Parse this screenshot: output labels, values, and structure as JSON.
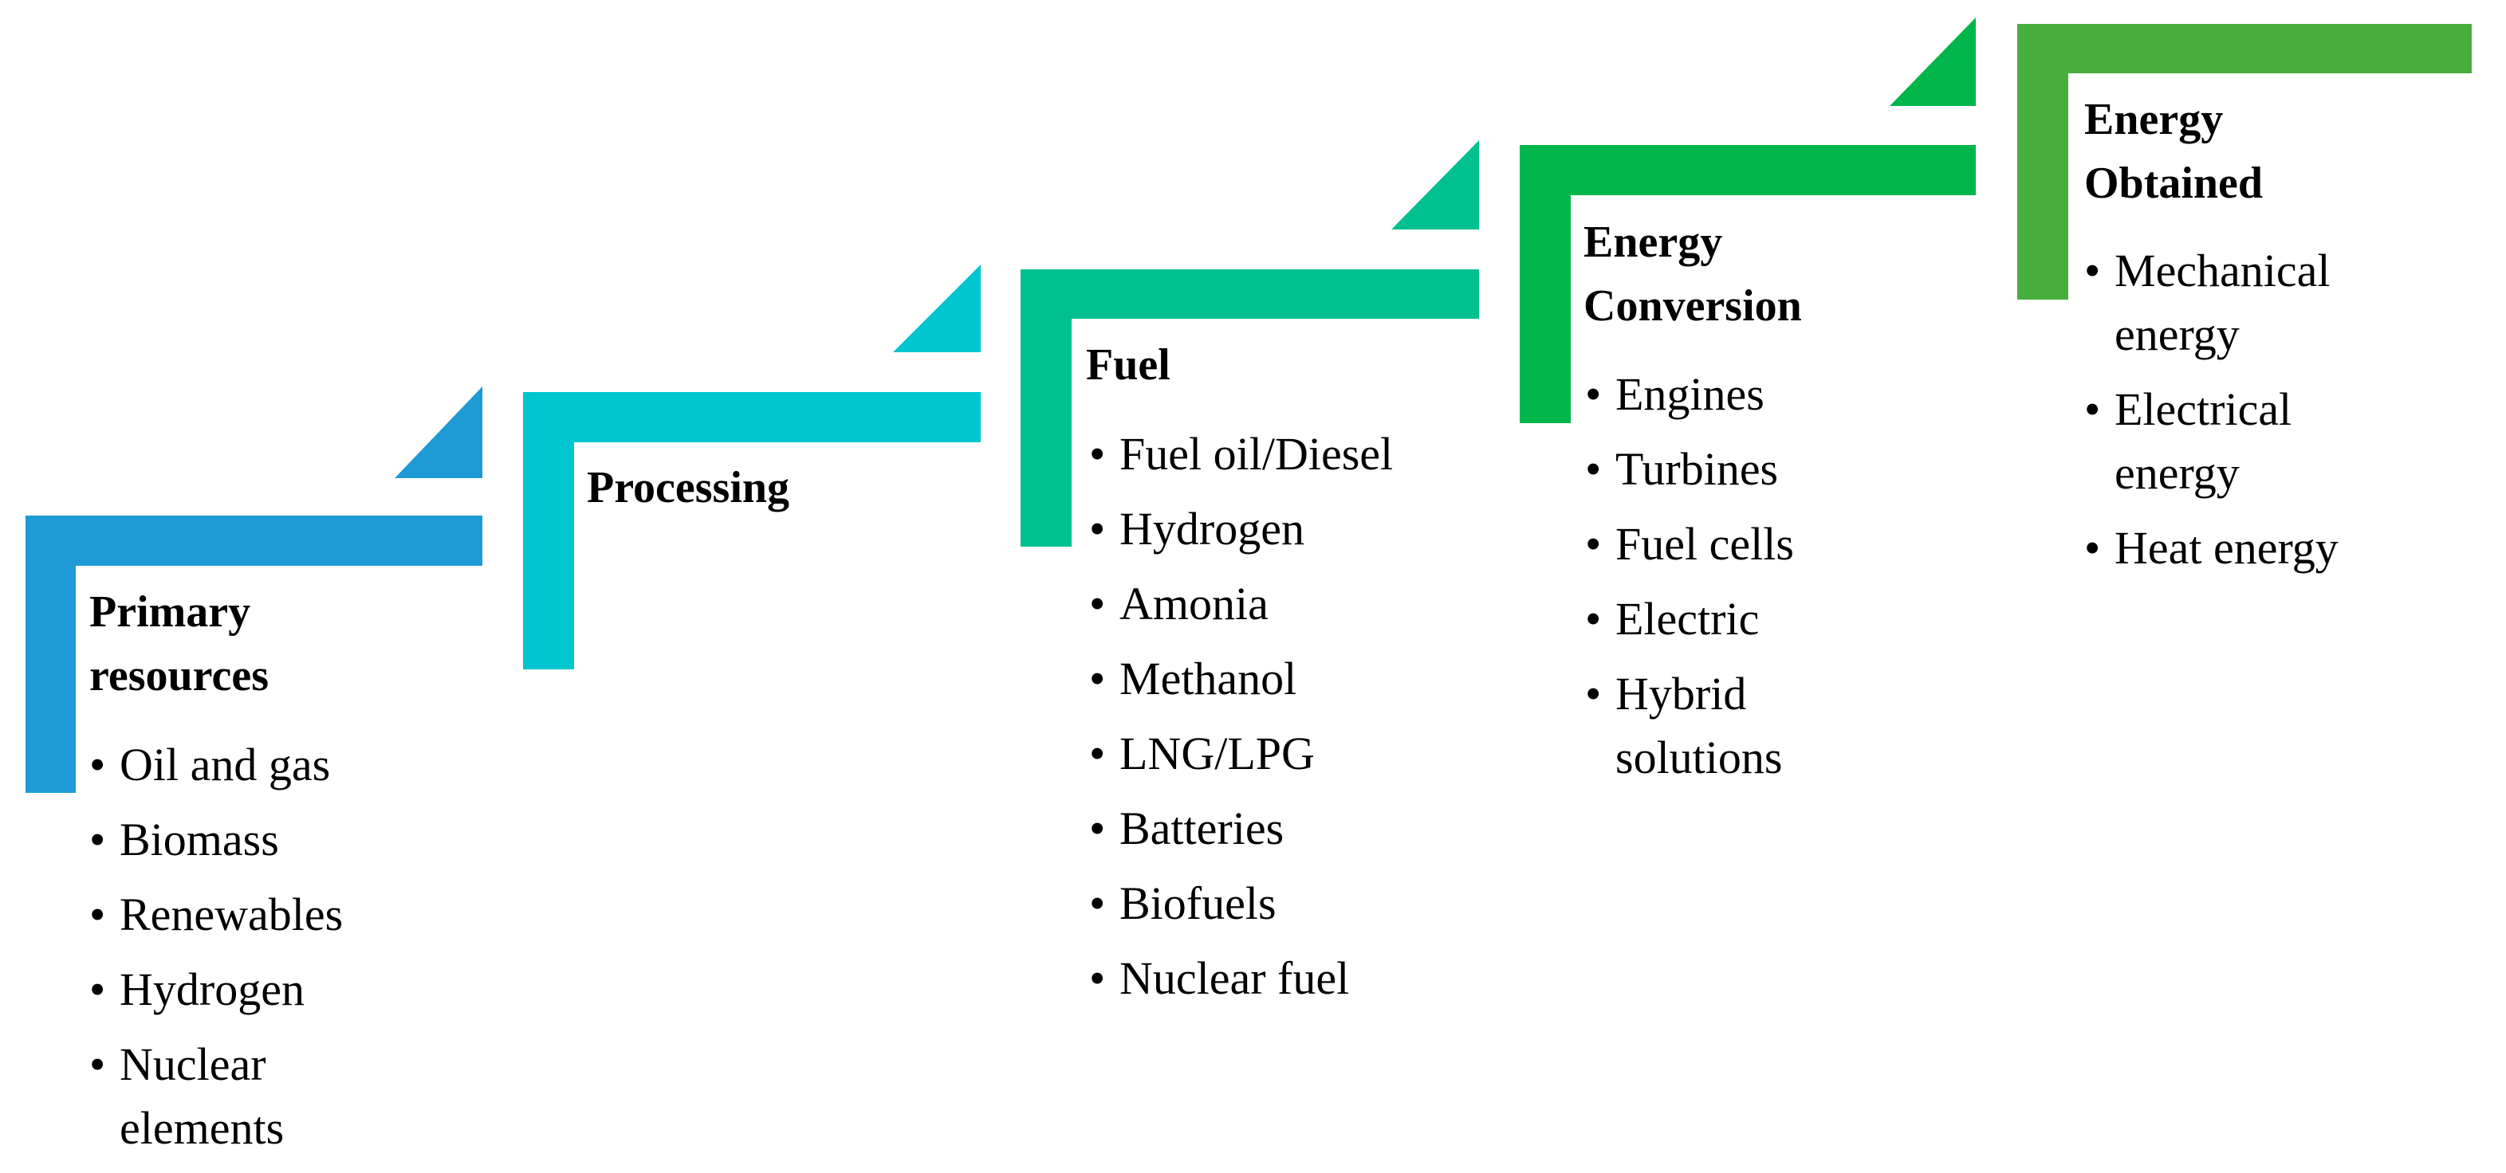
{
  "steps": [
    {
      "id": "primary-resources",
      "title": "Primary\nresources",
      "color": "#1e9ad6",
      "items": [
        "Oil and gas",
        "Biomass",
        "Renewables",
        "Hydrogen",
        "Nuclear\nelements"
      ]
    },
    {
      "id": "processing",
      "title": "Processing",
      "color": "#00c6cf",
      "items": []
    },
    {
      "id": "fuel",
      "title": "Fuel",
      "color": "#00c08f",
      "items": [
        "Fuel oil/Diesel",
        "Hydrogen",
        "Amonia",
        "Methanol",
        "LNG/LPG",
        "Batteries",
        "Biofuels",
        "Nuclear fuel"
      ]
    },
    {
      "id": "energy-conversion",
      "title": "Energy\nConversion",
      "color": "#00b64a",
      "items": [
        "Engines",
        "Turbines",
        "Fuel cells",
        "Electric",
        "Hybrid\nsolutions"
      ]
    },
    {
      "id": "energy-obtained",
      "title": "Energy\nObtained",
      "color": "#47ad3c",
      "items": [
        "Mechanical\nenergy",
        "Electrical\nenergy",
        "Heat energy"
      ]
    }
  ],
  "bullet_glyph": "•"
}
